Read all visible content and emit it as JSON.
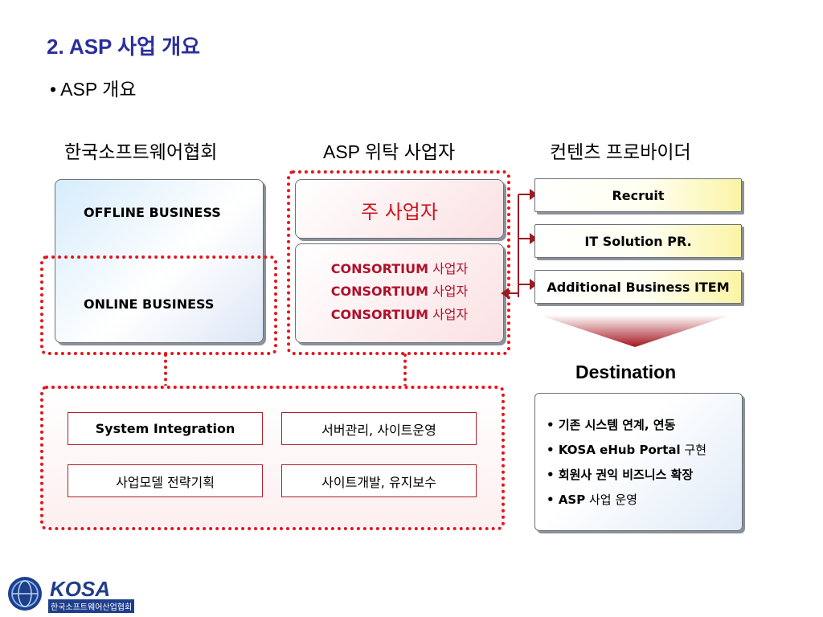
{
  "slide": {
    "title": "2. ASP 사업 개요",
    "bullet": "• ASP 개요"
  },
  "columns": {
    "left": "한국소프트웨어협회",
    "middle": "ASP 위탁 사업자",
    "right": "컨텐츠 프로바이더"
  },
  "association": {
    "offline": "OFFLINE BUSINESS",
    "online": "ONLINE BUSINESS"
  },
  "operator": {
    "main": "주 사업자",
    "consortium": [
      {
        "en": "CONSORTIUM",
        "ko": " 사업자"
      },
      {
        "en": "CONSORTIUM",
        "ko": " 사업자"
      },
      {
        "en": "CONSORTIUM",
        "ko": " 사업자"
      }
    ]
  },
  "providers": [
    "Recruit",
    "IT Solution PR.",
    "Additional Business ITEM"
  ],
  "services": [
    "System Integration",
    "서버관리, 사이트운영",
    "사업모델 전략기획",
    "사이트개발, 유지보수"
  ],
  "destination": {
    "title": "Destination",
    "items": [
      {
        "bold": "기존 시스템 연계, 연동",
        "normal": ""
      },
      {
        "bold": "KOSA eHub Portal",
        "normal": " 구현"
      },
      {
        "bold": "회원사 권익 비즈니스 확장",
        "normal": ""
      },
      {
        "bold": "ASP",
        "normal": " 사업 운영"
      }
    ]
  },
  "logo": {
    "name": "KOSA",
    "subtitle": "한국소프트웨어산업협회"
  },
  "colors": {
    "title": "#2b2f9b",
    "accent_red": "#e4141b",
    "logo_blue": "#1f3e8c"
  },
  "icons": [
    "arrow-right-icon",
    "funnel-arrow-icon",
    "globe-logo-icon"
  ]
}
